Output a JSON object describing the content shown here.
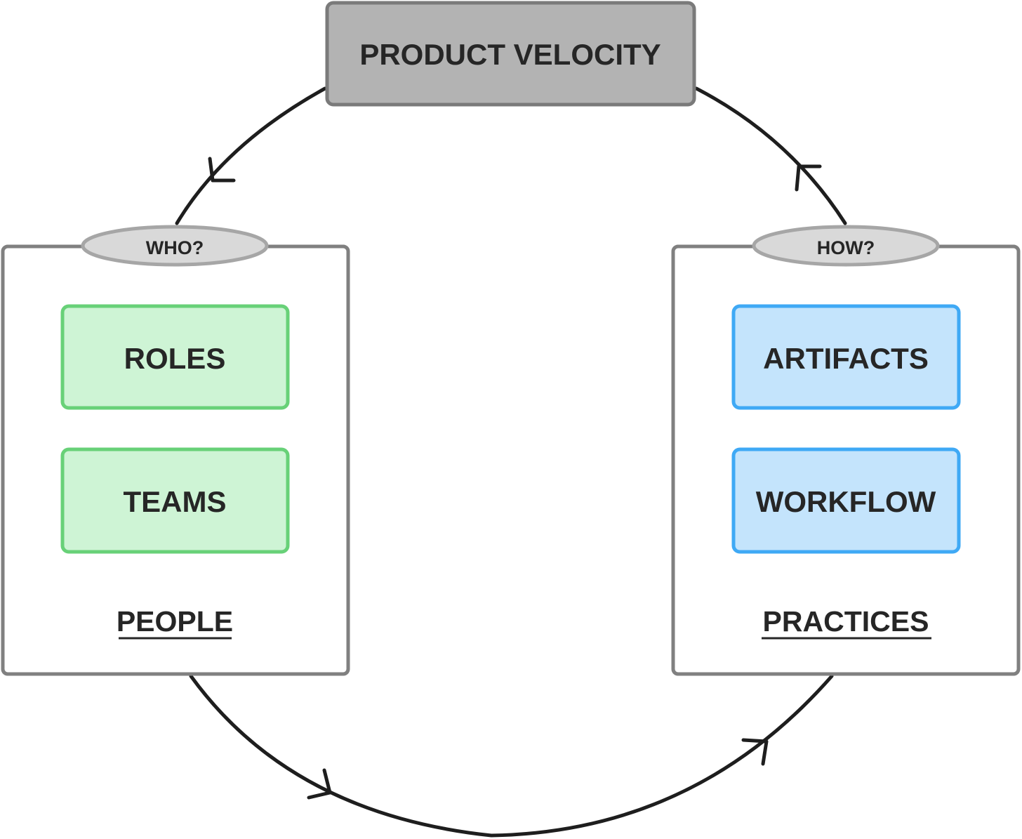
{
  "title": "PRODUCT VELOCITY",
  "people": {
    "badge": "WHO?",
    "items": [
      "ROLES",
      "TEAMS"
    ],
    "label": "PEOPLE"
  },
  "practices": {
    "badge": "HOW?",
    "items": [
      "ARTIFACTS",
      "WORKFLOW"
    ],
    "label": "PRACTICES"
  },
  "colors": {
    "title_fill": "#b3b3b3",
    "title_border": "#7a7a7a",
    "panel_border": "#808080",
    "badge_fill": "#d9d9d9",
    "badge_border": "#a6a6a6",
    "people_item_fill": "#cef4d5",
    "people_item_border": "#68d178",
    "practices_item_fill": "#c4e4fc",
    "practices_item_border": "#3fa9f5",
    "cycle_line": "#1e1e1e"
  }
}
